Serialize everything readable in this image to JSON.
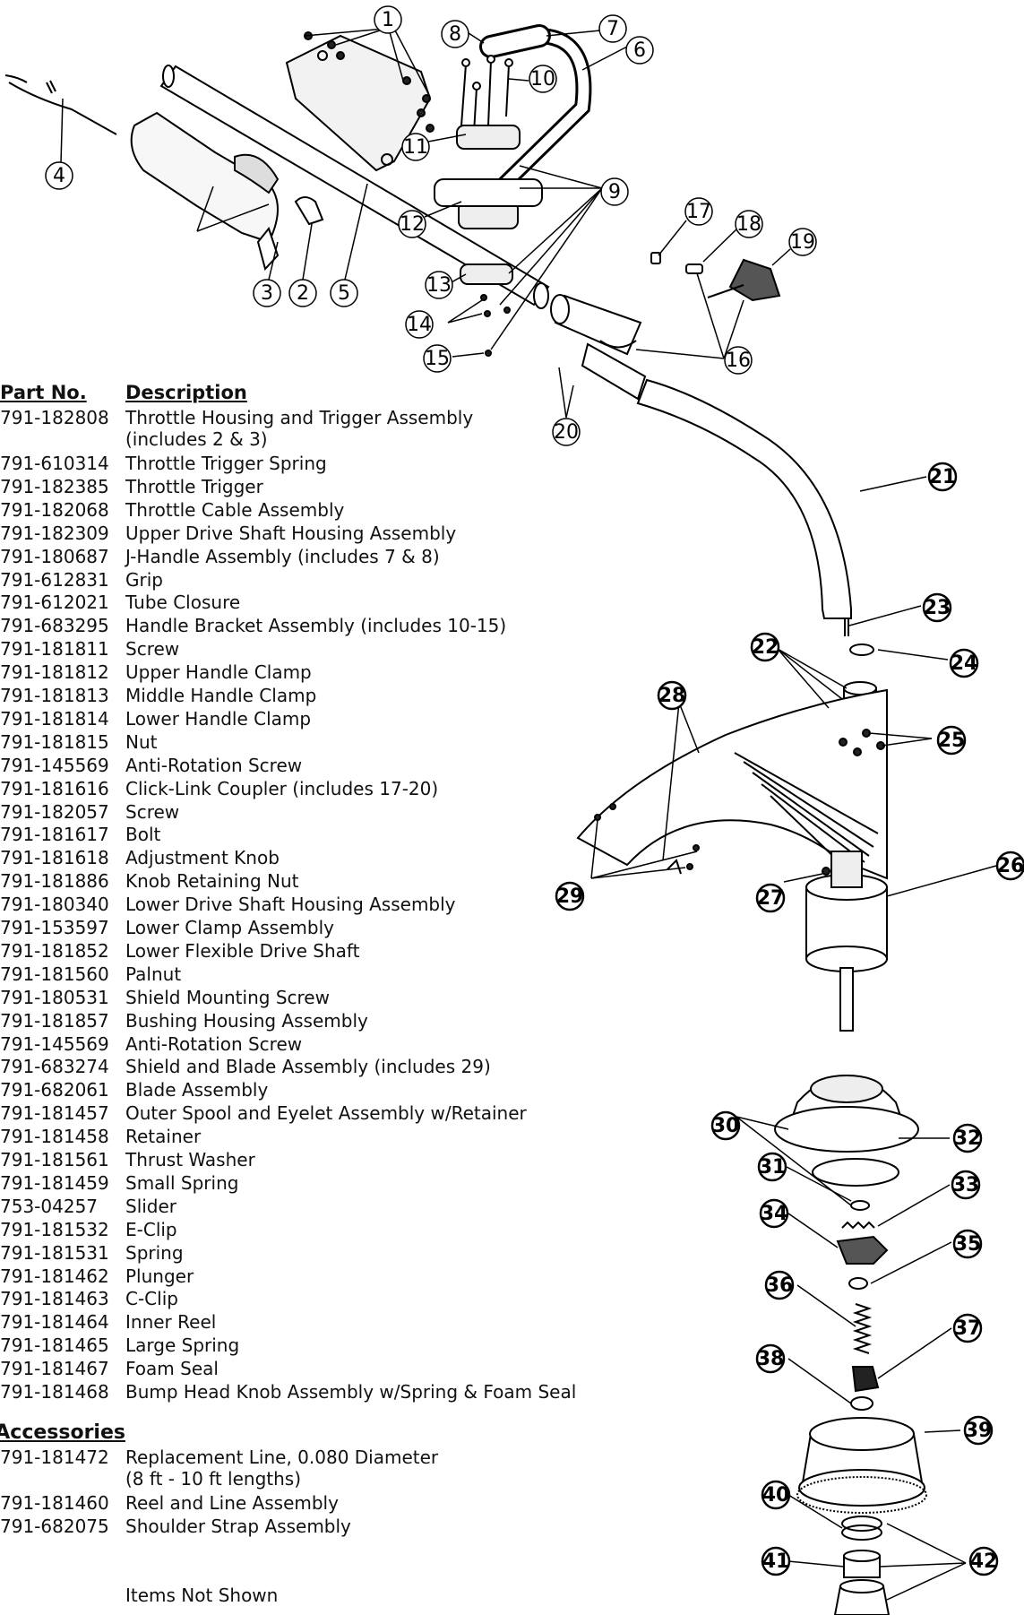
{
  "parts_table": {
    "header_part_no": "Part No.",
    "header_description": "Description",
    "parts": [
      {
        "part_no": "791-182808",
        "description": "Throttle Housing and Trigger Assembly",
        "description_line2": "(includes 2 & 3)"
      },
      {
        "part_no": "791-610314",
        "description": "Throttle Trigger Spring"
      },
      {
        "part_no": "791-182385",
        "description": "Throttle Trigger"
      },
      {
        "part_no": "791-182068",
        "description": "Throttle Cable Assembly"
      },
      {
        "part_no": "791-182309",
        "description": "Upper Drive Shaft Housing Assembly"
      },
      {
        "part_no": "791-180687",
        "description": "J-Handle Assembly (includes 7 & 8)"
      },
      {
        "part_no": "791-612831",
        "description": "Grip"
      },
      {
        "part_no": "791-612021",
        "description": "Tube Closure"
      },
      {
        "part_no": "791-683295",
        "description": "Handle Bracket Assembly (includes 10-15)"
      },
      {
        "part_no": "791-181811",
        "description": "Screw"
      },
      {
        "part_no": "791-181812",
        "description": "Upper Handle Clamp"
      },
      {
        "part_no": "791-181813",
        "description": "Middle Handle Clamp"
      },
      {
        "part_no": "791-181814",
        "description": "Lower Handle Clamp"
      },
      {
        "part_no": "791-181815",
        "description": "Nut"
      },
      {
        "part_no": "791-145569",
        "description": "Anti-Rotation Screw"
      },
      {
        "part_no": "791-181616",
        "description": "Click-Link Coupler (includes 17-20)"
      },
      {
        "part_no": "791-182057",
        "description": "Screw"
      },
      {
        "part_no": "791-181617",
        "description": "Bolt"
      },
      {
        "part_no": "791-181618",
        "description": "Adjustment Knob"
      },
      {
        "part_no": "791-181886",
        "description": "Knob Retaining Nut"
      },
      {
        "part_no": "791-180340",
        "description": "Lower Drive Shaft Housing Assembly"
      },
      {
        "part_no": "791-153597",
        "description": "Lower Clamp Assembly"
      },
      {
        "part_no": "791-181852",
        "description": "Lower Flexible Drive Shaft"
      },
      {
        "part_no": "791-181560",
        "description": "Palnut"
      },
      {
        "part_no": "791-180531",
        "description": "Shield Mounting Screw"
      },
      {
        "part_no": "791-181857",
        "description": "Bushing Housing Assembly"
      },
      {
        "part_no": "791-145569",
        "description": "Anti-Rotation Screw"
      },
      {
        "part_no": "791-683274",
        "description": "Shield and Blade Assembly (includes 29)"
      },
      {
        "part_no": "791-682061",
        "description": "Blade Assembly"
      },
      {
        "part_no": "791-181457",
        "description": "Outer Spool and Eyelet Assembly w/Retainer"
      },
      {
        "part_no": "791-181458",
        "description": "Retainer"
      },
      {
        "part_no": "791-181561",
        "description": "Thrust Washer"
      },
      {
        "part_no": "791-181459",
        "description": "Small Spring"
      },
      {
        "part_no": "753-04257",
        "description": "Slider"
      },
      {
        "part_no": "791-181532",
        "description": "E-Clip"
      },
      {
        "part_no": "791-181531",
        "description": "Spring"
      },
      {
        "part_no": "791-181462",
        "description": "Plunger"
      },
      {
        "part_no": "791-181463",
        "description": "C-Clip"
      },
      {
        "part_no": "791-181464",
        "description": "Inner Reel"
      },
      {
        "part_no": "791-181465",
        "description": "Large Spring"
      },
      {
        "part_no": "791-181467",
        "description": "Foam Seal"
      },
      {
        "part_no": "791-181468",
        "description": "Bump Head Knob Assembly w/Spring & Foam Seal"
      }
    ]
  },
  "accessories": {
    "heading": "Optional Accessories",
    "items": [
      {
        "part_no": "791-181472",
        "description": "Replacement Line, 0.080 Diameter",
        "description_line2": "(8 ft - 10 ft lengths)"
      },
      {
        "part_no": "791-181460",
        "description": "Reel and Line Assembly"
      },
      {
        "part_no": "791-682075",
        "description": "Shoulder Strap Assembly"
      }
    ]
  },
  "footer_note": "Items Not Shown",
  "callouts": [
    "1",
    "2",
    "3",
    "4",
    "5",
    "6",
    "7",
    "8",
    "9",
    "10",
    "11",
    "12",
    "13",
    "14",
    "15",
    "16",
    "17",
    "18",
    "19",
    "20",
    "21",
    "22",
    "23",
    "24",
    "25",
    "26",
    "27",
    "28",
    "29",
    "30",
    "31",
    "32",
    "33",
    "34",
    "35",
    "36",
    "37",
    "38",
    "39",
    "40",
    "41",
    "42"
  ]
}
